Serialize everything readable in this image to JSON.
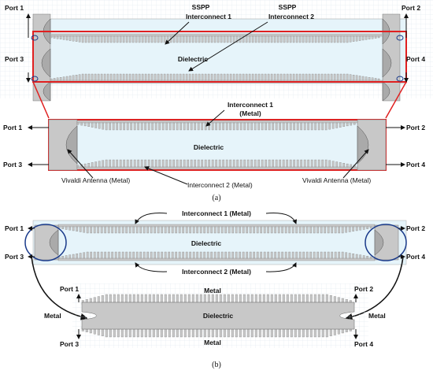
{
  "panel_a": {
    "top": {
      "ports": [
        "Port 1",
        "Port 2",
        "Port 3",
        "Port 4"
      ],
      "sspp1": [
        "SSPP",
        "Interconnect 1"
      ],
      "sspp2": [
        "SSPP",
        "Interconnect 2"
      ],
      "dielectric": "Dielectric"
    },
    "zoom": {
      "ports": [
        "Port 1",
        "Port 2",
        "Port 3",
        "Port 4"
      ],
      "interconnect1": [
        "Interconnect 1",
        "(Metal)"
      ],
      "dielectric": "Dielectric",
      "vivaldi_left": "Vivaldi Antenna (Metal)",
      "interconnect2": "Interconnect 2 (Metal)",
      "vivaldi_right": "Vivaldi Antenna (Metal)"
    },
    "caption": "(a)"
  },
  "panel_b": {
    "top": {
      "ports": [
        "Port 1",
        "Port 2",
        "Port 3",
        "Port 4"
      ],
      "interconnect1": "Interconnect 1 (Metal)",
      "dielectric": "Dielectric",
      "interconnect2": "Interconnect 2 (Metal)"
    },
    "detail": {
      "ports": [
        "Port 1",
        "Port 2",
        "Port 3",
        "Port 4"
      ],
      "metal": "Metal",
      "dielectric": "Dielectric"
    },
    "caption": "(b)"
  },
  "colors": {
    "metal": "#c8c8c8",
    "dielectric": "#e6f4fa",
    "highlight": "#e02020",
    "arrow": "#111111"
  }
}
